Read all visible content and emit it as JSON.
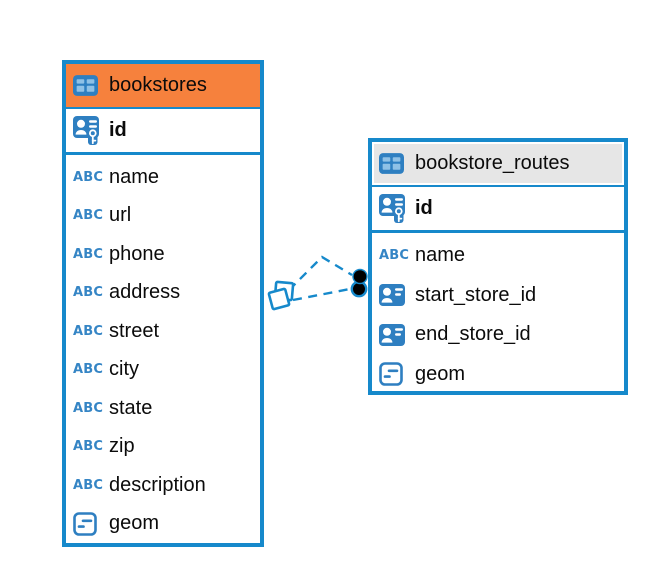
{
  "diagram": {
    "type": "entity-relationship",
    "background": "#ffffff"
  },
  "colors": {
    "accent_blue": "#1689CB",
    "icon_blue": "#2E7FC1",
    "icon_blue_light": "#8FC1E6",
    "bookstores_header": "#F6813D",
    "routes_header": "#E6E6E6",
    "text": "#0b0b0b",
    "relationship_dot": "#000000"
  },
  "icons": {
    "table_label": "table-grid-icon",
    "primary_key_label": "user-key-icon",
    "reference_label": "user-badge-icon",
    "text_type_label": "ABC",
    "geometry_type_label": "line-geometry-icon",
    "relationship_source_label": "stacked-squares-marker",
    "relationship_target_label": "dot-marker"
  },
  "tables": [
    {
      "title": "bookstores",
      "pk_label": "id",
      "columns": [
        {
          "name": "name",
          "type": "text"
        },
        {
          "name": "url",
          "type": "text"
        },
        {
          "name": "phone",
          "type": "text"
        },
        {
          "name": "address",
          "type": "text"
        },
        {
          "name": "street",
          "type": "text"
        },
        {
          "name": "city",
          "type": "text"
        },
        {
          "name": "state",
          "type": "text"
        },
        {
          "name": "zip",
          "type": "text"
        },
        {
          "name": "description",
          "type": "text"
        },
        {
          "name": "geom",
          "type": "geometry"
        }
      ]
    },
    {
      "title": "bookstore_routes",
      "pk_label": "id",
      "columns": [
        {
          "name": "name",
          "type": "text"
        },
        {
          "name": "start_store_id",
          "type": "reference"
        },
        {
          "name": "end_store_id",
          "type": "reference"
        },
        {
          "name": "geom",
          "type": "geometry"
        }
      ]
    }
  ],
  "relationships": [
    {
      "from_table": "bookstores",
      "to_table": "bookstore_routes",
      "line_style": "dashed"
    },
    {
      "from_table": "bookstores",
      "to_table": "bookstore_routes",
      "line_style": "dashed"
    }
  ]
}
